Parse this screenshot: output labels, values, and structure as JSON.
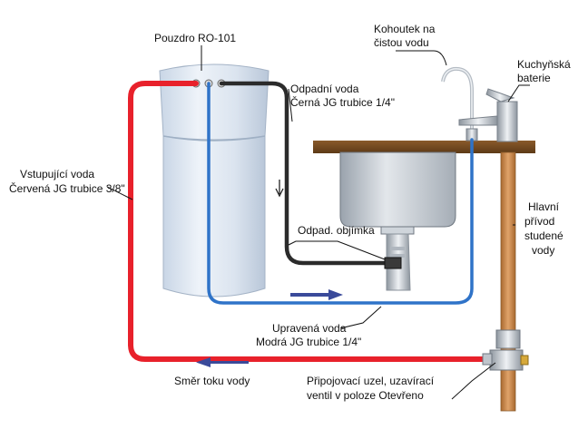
{
  "labels": {
    "housing": "Pouzdro RO-101",
    "faucet": [
      "Kohoutek na",
      "čistou vodu"
    ],
    "mixer": [
      "Kuchyňská",
      "baterie"
    ],
    "drain_water": [
      "Odpadní voda",
      "Černá JG trubice 1/4\""
    ],
    "inlet_water": [
      "Vstupující voda",
      "Červená JG trubice 3/8\""
    ],
    "main_supply": [
      "Hlavní",
      "přívod",
      "studené",
      "vody"
    ],
    "drain_clamp": "Odpad. objímka",
    "clean_water": [
      "Upravená voda",
      "Modrá JG trubice 1/4\""
    ],
    "flow_direction": "Směr toku vody",
    "connector": [
      "Připojovací uzel, uzavírací",
      "ventil v poloze Otevřeno"
    ]
  },
  "colors": {
    "inlet_tube": "#e8212b",
    "drain_tube": "#2b2b2b",
    "clean_tube": "#2f73c8",
    "main_pipe": "#c8874f",
    "arrow": "#3a4a9a",
    "housing": "#dfe8f2"
  }
}
